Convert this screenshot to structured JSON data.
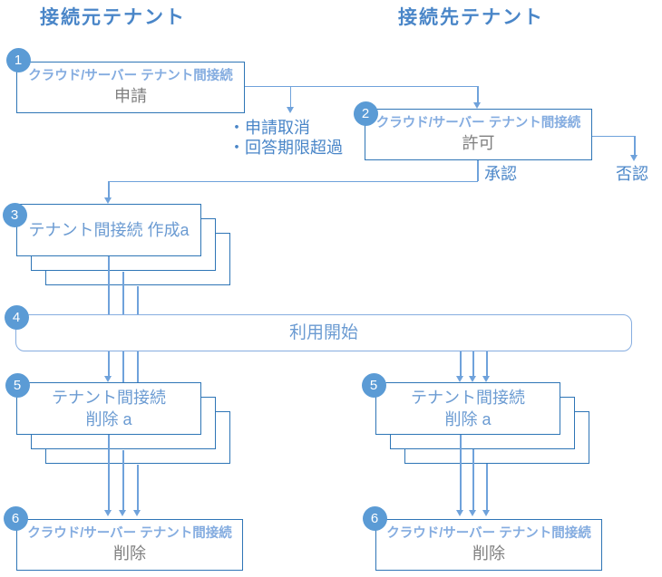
{
  "headers": {
    "source": "接続元テナント",
    "target": "接続先テナント"
  },
  "nodes": {
    "apply": {
      "num": "1",
      "tag": "クラウド/サーバー テナント間接続",
      "action": "申請"
    },
    "permit": {
      "num": "2",
      "tag": "クラウド/サーバー テナント間接続",
      "action": "許可"
    },
    "create": {
      "num": "3",
      "action": "テナント間接続 作成a"
    },
    "start": {
      "num": "4",
      "action": "利用開始"
    },
    "delete_source": {
      "num": "5",
      "line1": "テナント間接続",
      "line2": "削除 a"
    },
    "delete_target": {
      "num": "5",
      "line1": "テナント間接続",
      "line2": "削除 a"
    },
    "remove_source": {
      "num": "6",
      "tag": "クラウド/サーバー テナント間接続",
      "action": "削除"
    },
    "remove_target": {
      "num": "6",
      "tag": "クラウド/サーバー テナント間接続",
      "action": "削除"
    }
  },
  "edge_labels": {
    "cancel_line1": "・申請取消",
    "cancel_line2": "・回答期限超過",
    "approve": "承認",
    "deny": "否認"
  },
  "colors": {
    "box_border": "#2E75B6",
    "rounded_box_border": "#86ADE0",
    "circle_fill": "#5B9BD5",
    "connector_line": "#6FA2DB",
    "tag_text": "#84ACE0",
    "action_text": "#7F7F7F",
    "blue_text": "#6B9BD2",
    "label_text": "#4A86C8"
  }
}
